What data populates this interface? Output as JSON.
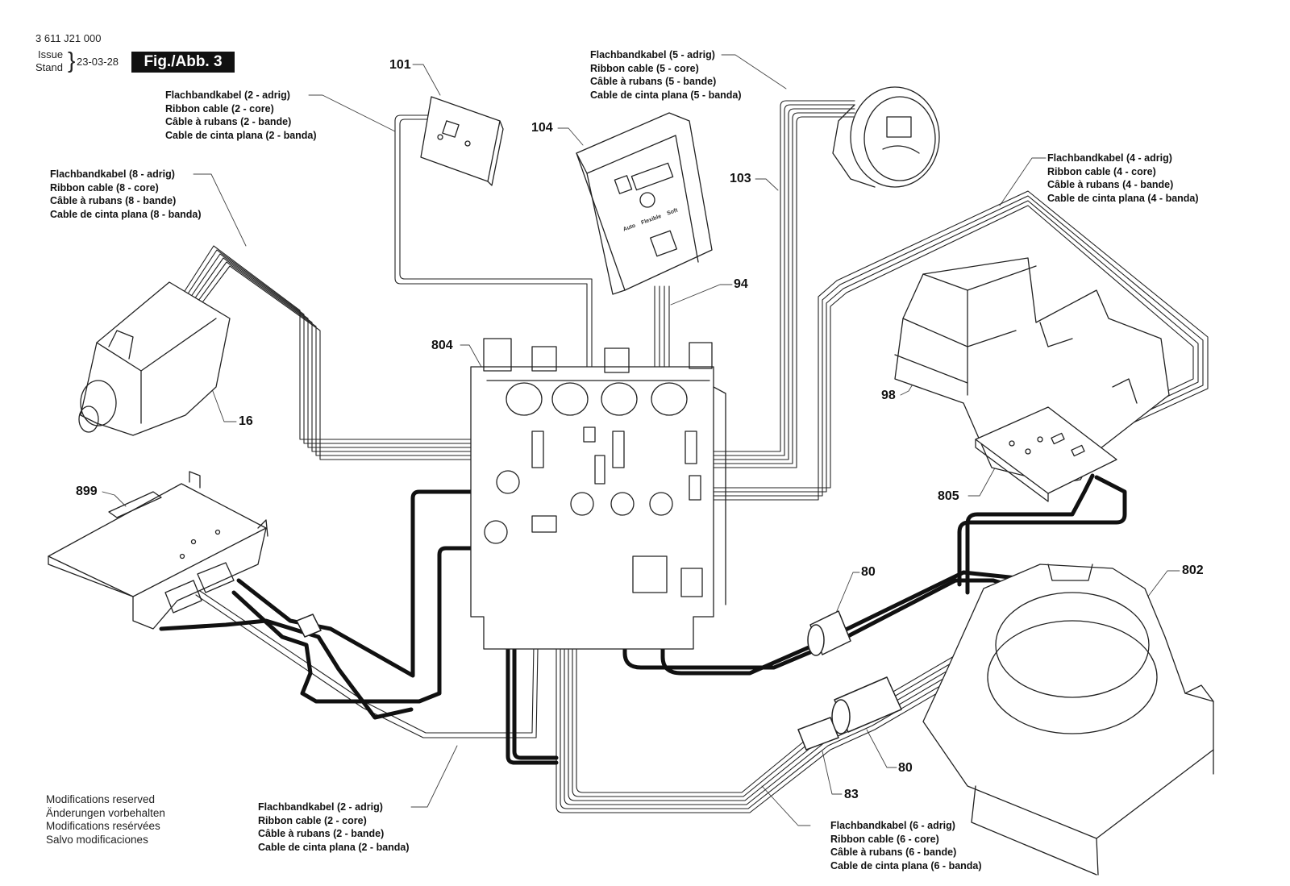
{
  "header": {
    "doc_number": "3 611 J21 000",
    "issue_label": "Issue",
    "stand_label": "Stand",
    "date": "23-03-28",
    "figure_label": "Fig./Abb. 3"
  },
  "cable_labels": {
    "cable_2core_top": [
      "Flachbandkabel (2 - adrig)",
      "Ribbon cable (2 - core)",
      "Câble à rubans (2 - bande)",
      "Cable de cinta plana (2 - banda)"
    ],
    "cable_8core": [
      "Flachbandkabel (8 - adrig)",
      "Ribbon cable (8 - core)",
      "Câble à rubans (8 - bande)",
      "Cable de cinta plana (8 - banda)"
    ],
    "cable_5core": [
      "Flachbandkabel (5 - adrig)",
      "Ribbon cable (5 - core)",
      "Câble à rubans (5 - bande)",
      "Cable de cinta plana (5 - banda)"
    ],
    "cable_4core": [
      "Flachbandkabel (4 - adrig)",
      "Ribbon cable (4 - core)",
      "Câble à rubans (4 - bande)",
      "Cable de cinta plana (4 - banda)"
    ],
    "cable_2core_bottom": [
      "Flachbandkabel (2 - adrig)",
      "Ribbon cable (2 - core)",
      "Câble à rubans (2 - bande)",
      "Cable de cinta plana (2 - banda)"
    ],
    "cable_6core": [
      "Flachbandkabel (6 - adrig)",
      "Ribbon cable (6 - core)",
      "Câble à rubans (6 - bande)",
      "Cable de cinta plana (6 - banda)"
    ]
  },
  "part_numbers": {
    "p101": "101",
    "p104": "104",
    "p103": "103",
    "p94": "94",
    "p804": "804",
    "p16": "16",
    "p98": "98",
    "p805": "805",
    "p899": "899",
    "p80_top": "80",
    "p802": "802",
    "p80_bottom": "80",
    "p83": "83"
  },
  "footer": {
    "modifications": [
      "Modifications reserved",
      "Änderungen vorbehalten",
      "Modifications resérvées",
      "Salvo modificaciones"
    ]
  },
  "control_panel": {
    "mode_labels": [
      "Auto",
      "Flexible",
      "Soft"
    ]
  }
}
